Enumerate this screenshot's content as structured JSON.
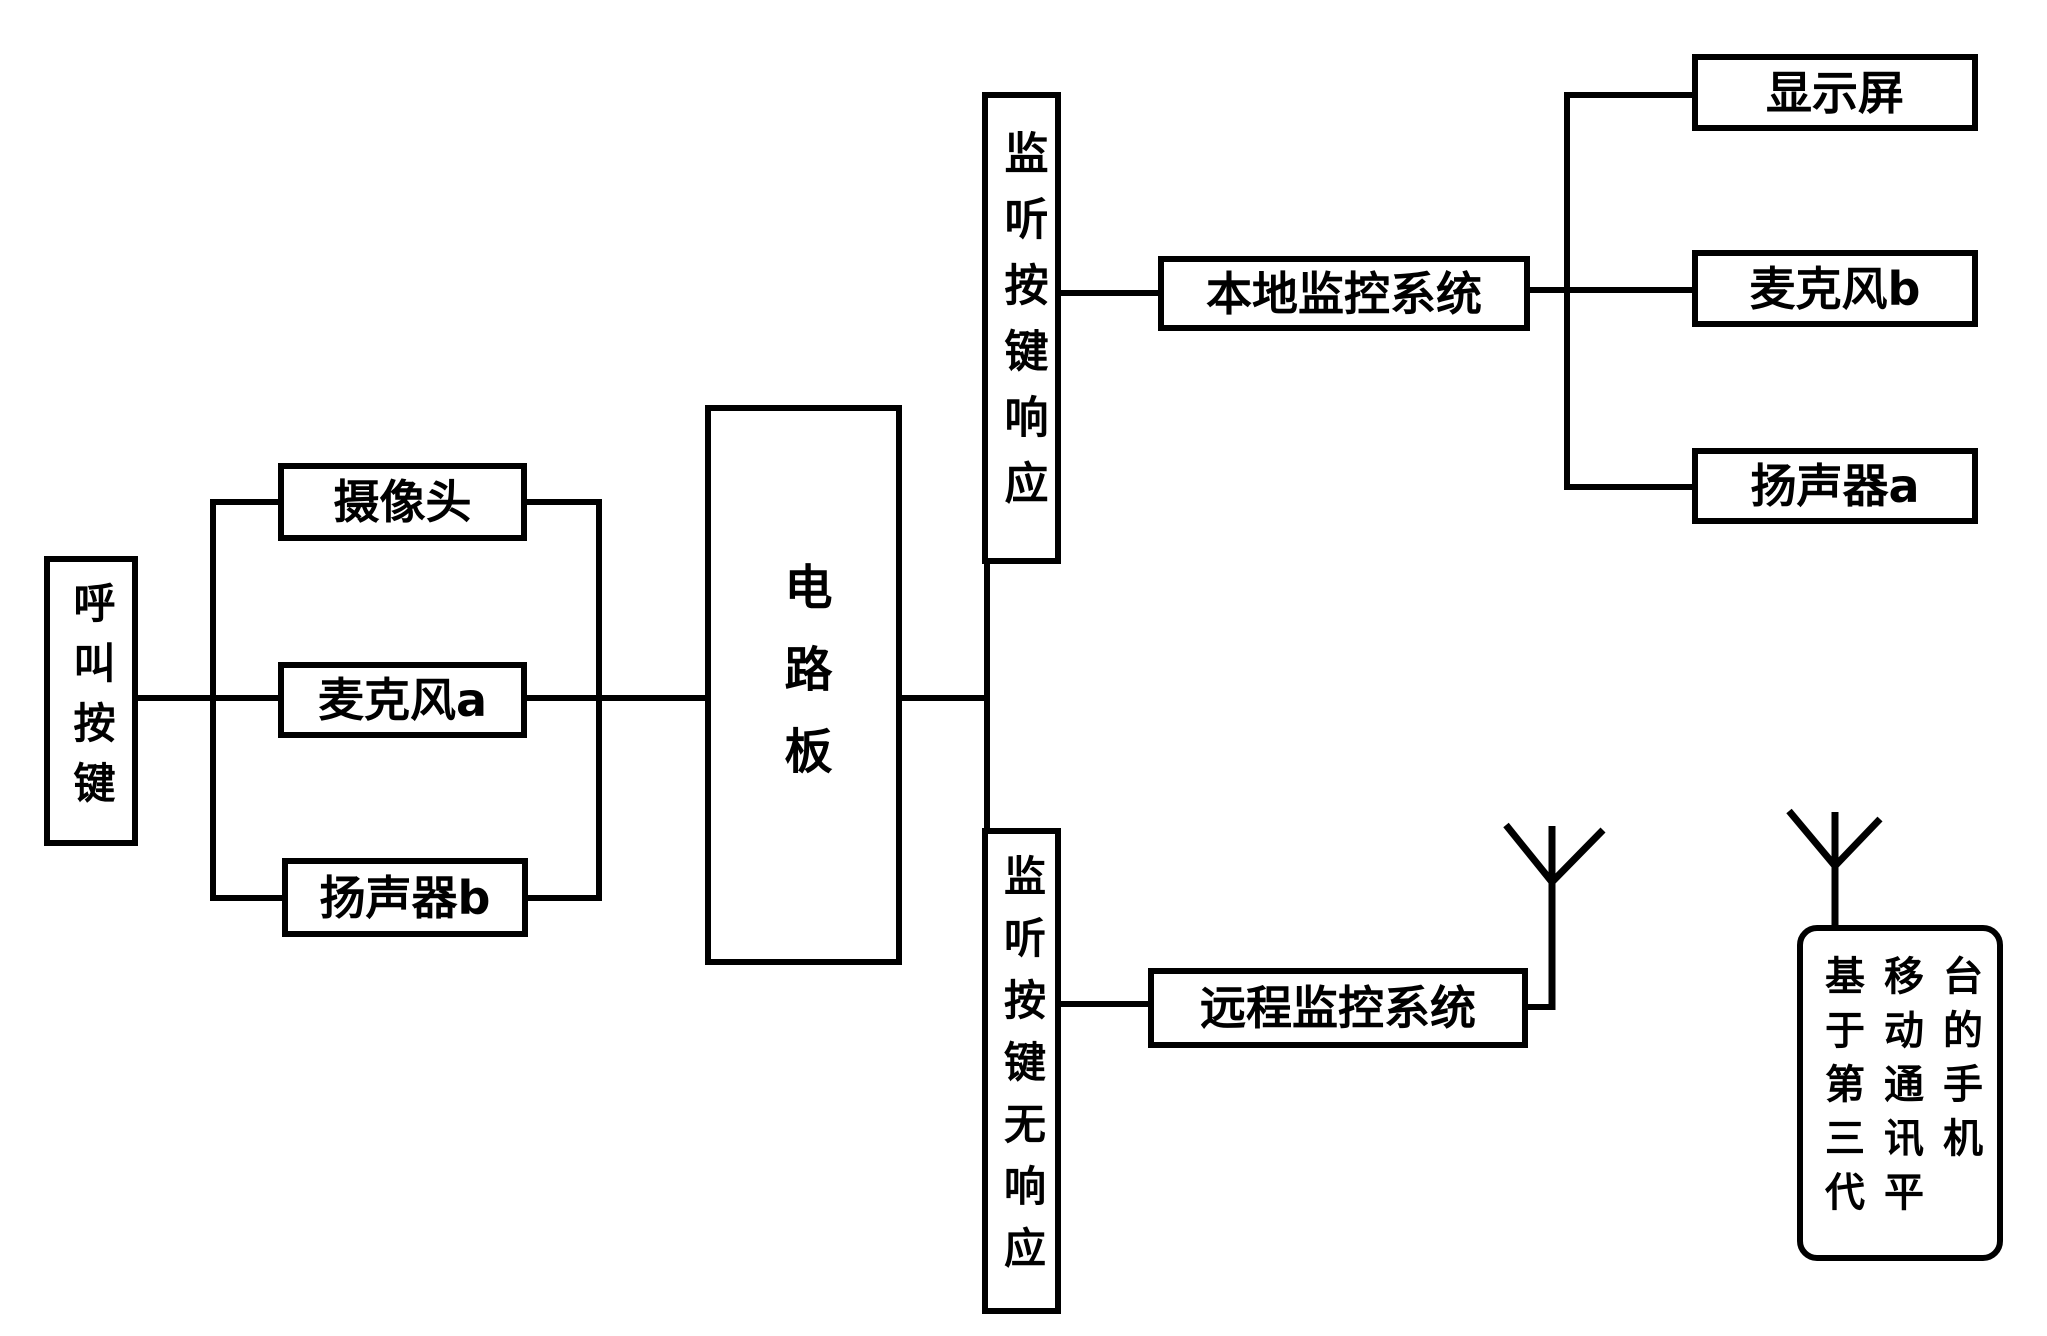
{
  "diagram": {
    "background_color": "#ffffff",
    "line_color": "#000000",
    "nodes": {
      "call_button": {
        "label": "呼叫按键",
        "orientation": "vertical"
      },
      "camera": {
        "label": "摄像头",
        "orientation": "horizontal"
      },
      "mic_a": {
        "label": "麦克风a",
        "orientation": "horizontal"
      },
      "speaker_b": {
        "label": "扬声器b",
        "orientation": "horizontal"
      },
      "circuit_board": {
        "label": "电路板",
        "orientation": "vertical"
      },
      "monitor_response": {
        "label": "监听按键响应",
        "orientation": "vertical"
      },
      "monitor_no_response": {
        "label": "监听按键无响应",
        "orientation": "vertical"
      },
      "local_system": {
        "label": "本地监控系统",
        "orientation": "horizontal"
      },
      "display": {
        "label": "显示屏",
        "orientation": "horizontal"
      },
      "mic_b": {
        "label": "麦克风b",
        "orientation": "horizontal"
      },
      "speaker_a": {
        "label": "扬声器a",
        "orientation": "horizontal"
      },
      "remote_system": {
        "label": "远程监控系统",
        "orientation": "horizontal"
      },
      "phone": {
        "label": "基于第三代移动通讯平台的手机",
        "columns": [
          "基于第三代",
          "移动通讯平",
          "台的手机"
        ],
        "orientation": "vertical-columns",
        "shape": "rounded"
      }
    },
    "icons": [
      {
        "name": "antenna-remote-icon",
        "meaning": "wireless antenna on remote monitoring system"
      },
      {
        "name": "antenna-phone-icon",
        "meaning": "wireless antenna on 3G mobile phone"
      }
    ],
    "connections": [
      {
        "from": "call_button",
        "to": "camera"
      },
      {
        "from": "call_button",
        "to": "mic_a"
      },
      {
        "from": "call_button",
        "to": "speaker_b"
      },
      {
        "from": "camera",
        "to": "circuit_board"
      },
      {
        "from": "mic_a",
        "to": "circuit_board"
      },
      {
        "from": "speaker_b",
        "to": "circuit_board"
      },
      {
        "from": "circuit_board",
        "to": "monitor_response"
      },
      {
        "from": "circuit_board",
        "to": "monitor_no_response"
      },
      {
        "from": "monitor_response",
        "to": "local_system"
      },
      {
        "from": "local_system",
        "to": "display"
      },
      {
        "from": "local_system",
        "to": "mic_b"
      },
      {
        "from": "local_system",
        "to": "speaker_a"
      },
      {
        "from": "monitor_no_response",
        "to": "remote_system"
      },
      {
        "from": "remote_system",
        "to": "antenna-remote-icon"
      },
      {
        "from": "antenna-phone-icon",
        "to": "phone"
      }
    ]
  }
}
